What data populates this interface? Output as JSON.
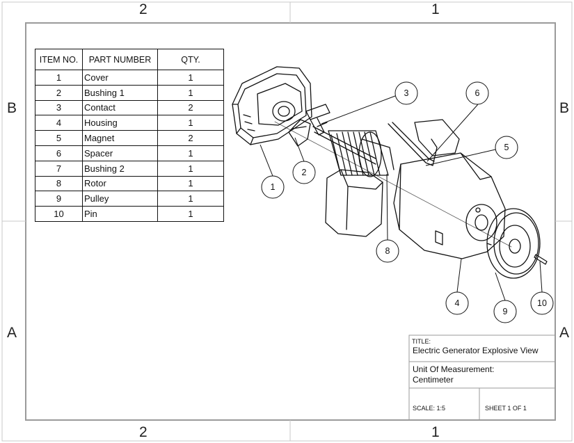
{
  "zones": {
    "top_left": "2",
    "top_right": "1",
    "bottom_left": "2",
    "bottom_right": "1",
    "left_upper": "B",
    "left_lower": "A",
    "right_upper": "B",
    "right_lower": "A"
  },
  "bom": {
    "headers": [
      "ITEM NO.",
      "PART NUMBER",
      "QTY."
    ],
    "rows": [
      {
        "item": "1",
        "part": "Cover",
        "qty": "1"
      },
      {
        "item": "2",
        "part": "Bushing 1",
        "qty": "1"
      },
      {
        "item": "3",
        "part": "Contact",
        "qty": "2"
      },
      {
        "item": "4",
        "part": "Housing",
        "qty": "1"
      },
      {
        "item": "5",
        "part": "Magnet",
        "qty": "2"
      },
      {
        "item": "6",
        "part": "Spacer",
        "qty": "1"
      },
      {
        "item": "7",
        "part": "Bushing 2",
        "qty": "1"
      },
      {
        "item": "8",
        "part": "Rotor",
        "qty": "1"
      },
      {
        "item": "9",
        "part": "Pulley",
        "qty": "1"
      },
      {
        "item": "10",
        "part": "Pin",
        "qty": "1"
      }
    ]
  },
  "balloons": [
    "1",
    "2",
    "3",
    "4",
    "5",
    "6",
    "8",
    "9",
    "10"
  ],
  "title_block": {
    "title_label": "TITLE:",
    "title": "Electric Generator Explosive View",
    "units_label": "Unit Of Measurement:",
    "units": "Centimeter",
    "scale": "SCALE: 1:5",
    "sheet": "SHEET 1 OF 1"
  }
}
